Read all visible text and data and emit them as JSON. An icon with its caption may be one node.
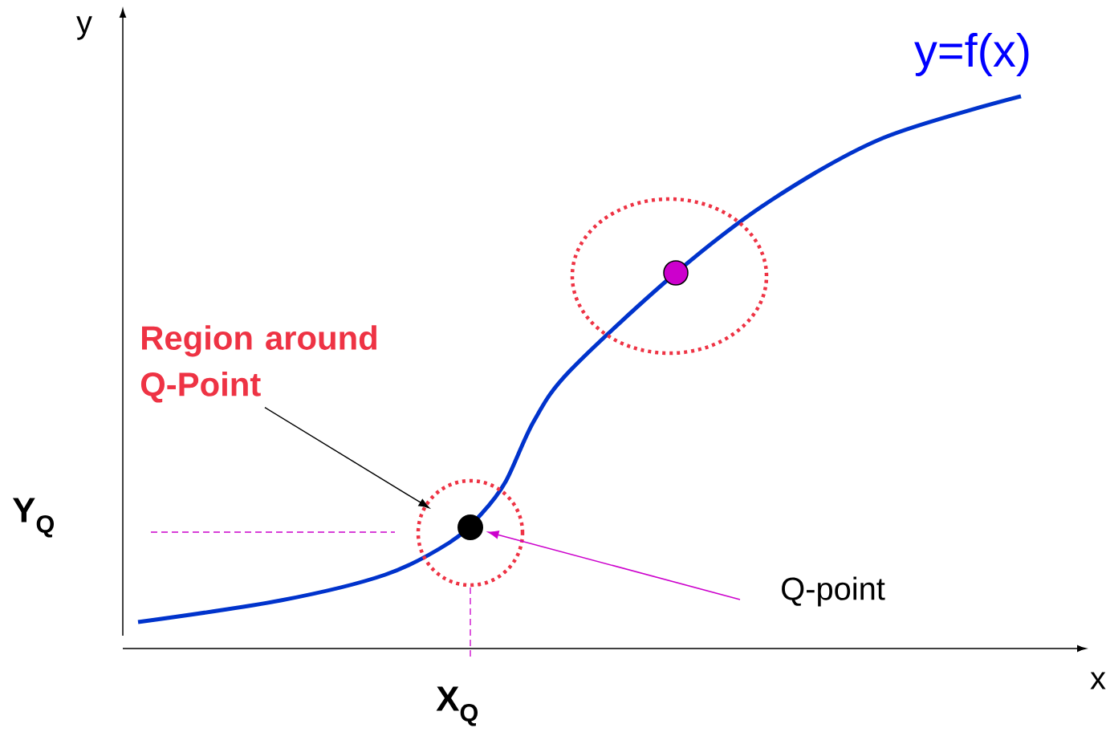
{
  "diagram": {
    "nodes": [
      {
        "text": [
          "Region around Q-Point"
        ]
      },
      {
        "text": [
          "Q-point"
        ]
      },
      {
        "text": [],
        "shape": "circle"
      },
      {
        "text": [],
        "shape": "circle",
        "in": 2
      }
    ],
    "edges": [
      {
        "from": 0,
        "to": 2,
        "arrow": "to"
      },
      {
        "from": 1,
        "to": 3,
        "arrow": "to",
        "color": "#cc00cc"
      }
    ],
    "labels": [
      "y",
      "y=f(x)",
      "Y$_{Q}$",
      "X$_{Q}$",
      "x"
    ]
  }
}
